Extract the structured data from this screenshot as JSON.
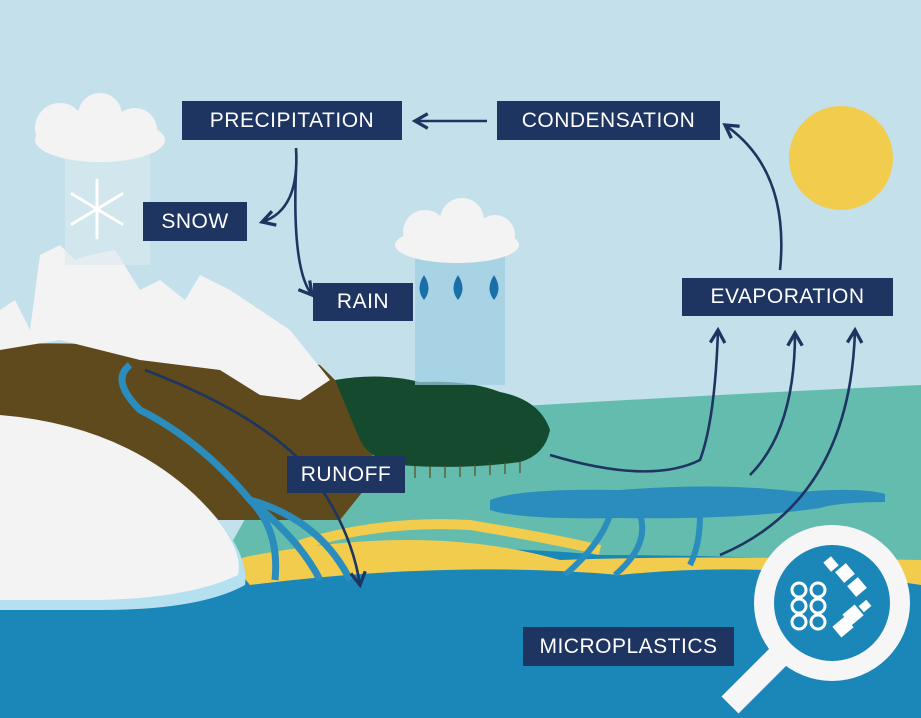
{
  "labels": {
    "precipitation": "PRECIPITATION",
    "condensation": "CONDENSATION",
    "snow": "SNOW",
    "rain": "RAIN",
    "evaporation": "EVAPORATION",
    "runoff": "RUNOFF",
    "microplastics": "MICROPLASTICS"
  },
  "colors": {
    "sky": "#c3e0eb",
    "label_bg": "#1e3461",
    "sun": "#f2cd4d",
    "ocean": "#1b87b8",
    "land_teal": "#63bcae",
    "beach": "#f2cd4d",
    "soil": "#5e4a1c",
    "forest": "#164a2e",
    "snow": "#f3f3f3",
    "river": "#2a8dbd"
  },
  "icons": [
    "snowflake-icon",
    "raindrop-icon",
    "magnifier-icon",
    "microplastic-icon",
    "sun-icon",
    "cloud-icon"
  ]
}
